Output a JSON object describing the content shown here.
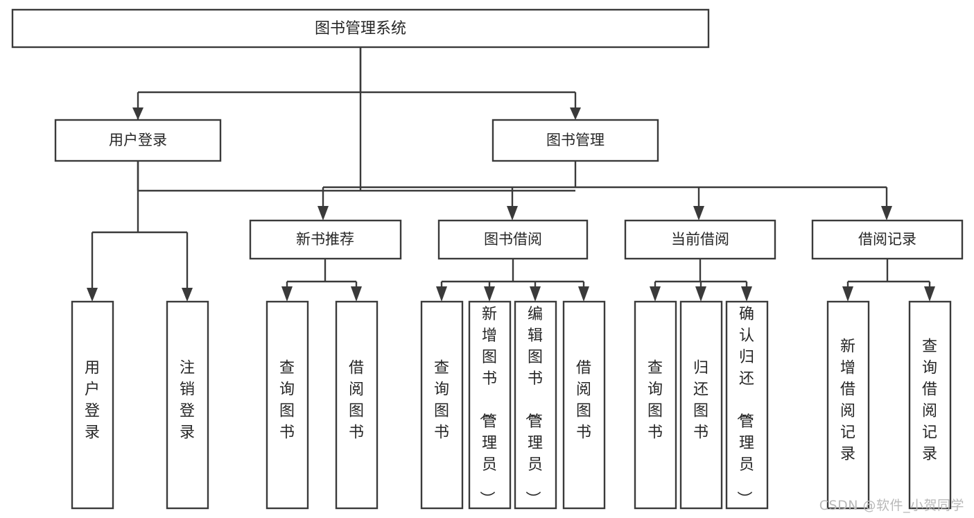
{
  "diagram": {
    "type": "tree-hierarchy",
    "title": "图书管理系统",
    "watermark": "CSDN @软件_小贺同学",
    "colors": {
      "stroke": "#3a3a3a",
      "fill": "#ffffff",
      "text": "#262626",
      "watermark": "#b9b9b9",
      "background": "#ffffff"
    },
    "root": {
      "label": "图书管理系统",
      "level": 1
    },
    "level2": [
      {
        "label": "用户登录"
      },
      {
        "label": "图书管理"
      }
    ],
    "level3": [
      {
        "label": "新书推荐",
        "parent": "图书管理"
      },
      {
        "label": "图书借阅",
        "parent": "图书管理"
      },
      {
        "label": "当前借阅",
        "parent": "图书管理"
      },
      {
        "label": "借阅记录",
        "parent": "图书管理"
      }
    ],
    "leaves": [
      {
        "label": "用户登录",
        "parent": "用户登录"
      },
      {
        "label": "注销登录",
        "parent": "用户登录"
      },
      {
        "label": "查询图书",
        "parent": "新书推荐"
      },
      {
        "label": "借阅图书",
        "parent": "新书推荐"
      },
      {
        "label": "查询图书",
        "parent": "图书借阅"
      },
      {
        "label": "新增图书（管理员）",
        "parent": "图书借阅"
      },
      {
        "label": "编辑图书（管理员）",
        "parent": "图书借阅"
      },
      {
        "label": "借阅图书",
        "parent": "图书借阅"
      },
      {
        "label": "查询图书",
        "parent": "当前借阅"
      },
      {
        "label": "归还图书",
        "parent": "当前借阅"
      },
      {
        "label": "确认归还（管理员）",
        "parent": "当前借阅"
      },
      {
        "label": "新增借阅记录",
        "parent": "借阅记录"
      },
      {
        "label": "查询借阅记录",
        "parent": "借阅记录"
      }
    ]
  }
}
